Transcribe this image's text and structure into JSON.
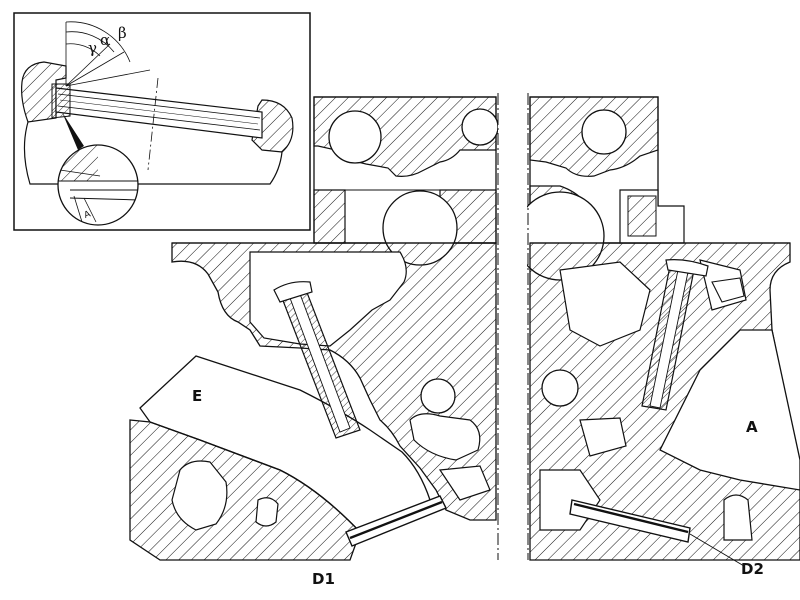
{
  "labels": {
    "exhaust": "E",
    "intake": "A",
    "dim_left": "D1",
    "dim_right": "D2"
  },
  "inset": {
    "angles": {
      "alpha": "α",
      "beta": "β",
      "gamma": "γ"
    },
    "detail_mark": "A"
  },
  "colors": {
    "line": "#111111",
    "hatch": "#111111",
    "background": "#ffffff"
  }
}
